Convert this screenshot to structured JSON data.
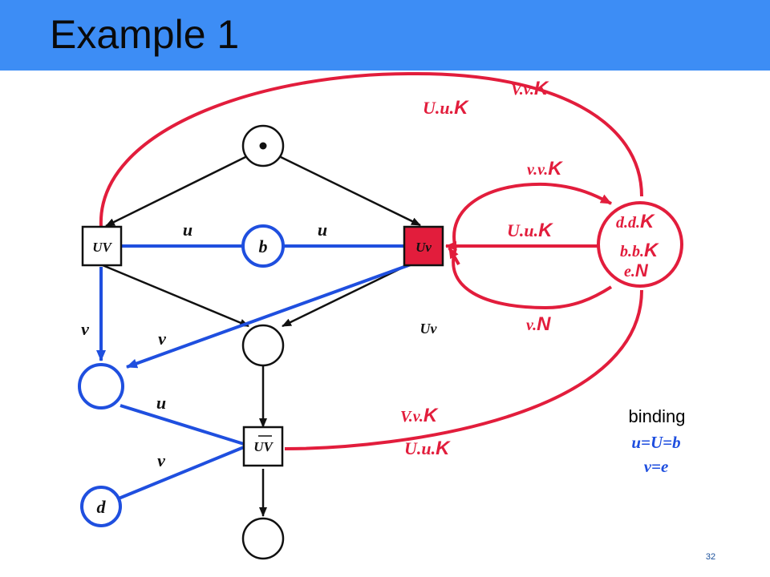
{
  "title": "Example 1",
  "page_number": "32",
  "colors": {
    "header": "#3d8df5",
    "red": "#e21d3c",
    "blue": "#1f4fdf",
    "black": "#111111"
  },
  "transitions": {
    "t_UV": "UV",
    "t_Uv": "Uv",
    "t_UVbar": "UV"
  },
  "places": {
    "b": "b",
    "d": "d"
  },
  "arc_labels": {
    "u_left": "u",
    "u_right": "u",
    "v_down": "v",
    "v_diag": "v",
    "u_lower": "u",
    "v_lower": "v",
    "Uv_free": "Uv"
  },
  "red_labels": {
    "top_Vv": {
      "p": "V.v.",
      "k": "K"
    },
    "top_Uu": {
      "p": "U.u.",
      "k": "K"
    },
    "vv": {
      "p": "v.v.",
      "k": "K"
    },
    "Uu_mid": {
      "p": "U.u.",
      "k": "K"
    },
    "vN": {
      "p": "v.",
      "k": "N"
    },
    "bot_Vv": {
      "p": "V.v.",
      "k": "K"
    },
    "bot_Uu": {
      "p": "U.u.",
      "k": "K"
    },
    "place_dd": {
      "p": "d.d.",
      "k": "K"
    },
    "place_bb": {
      "p": "b.b.",
      "k": "K"
    },
    "place_e": {
      "p": "e.",
      "k": "N"
    }
  },
  "binding": {
    "heading": "binding",
    "line1": "u=U=b",
    "line2": "v=e"
  }
}
